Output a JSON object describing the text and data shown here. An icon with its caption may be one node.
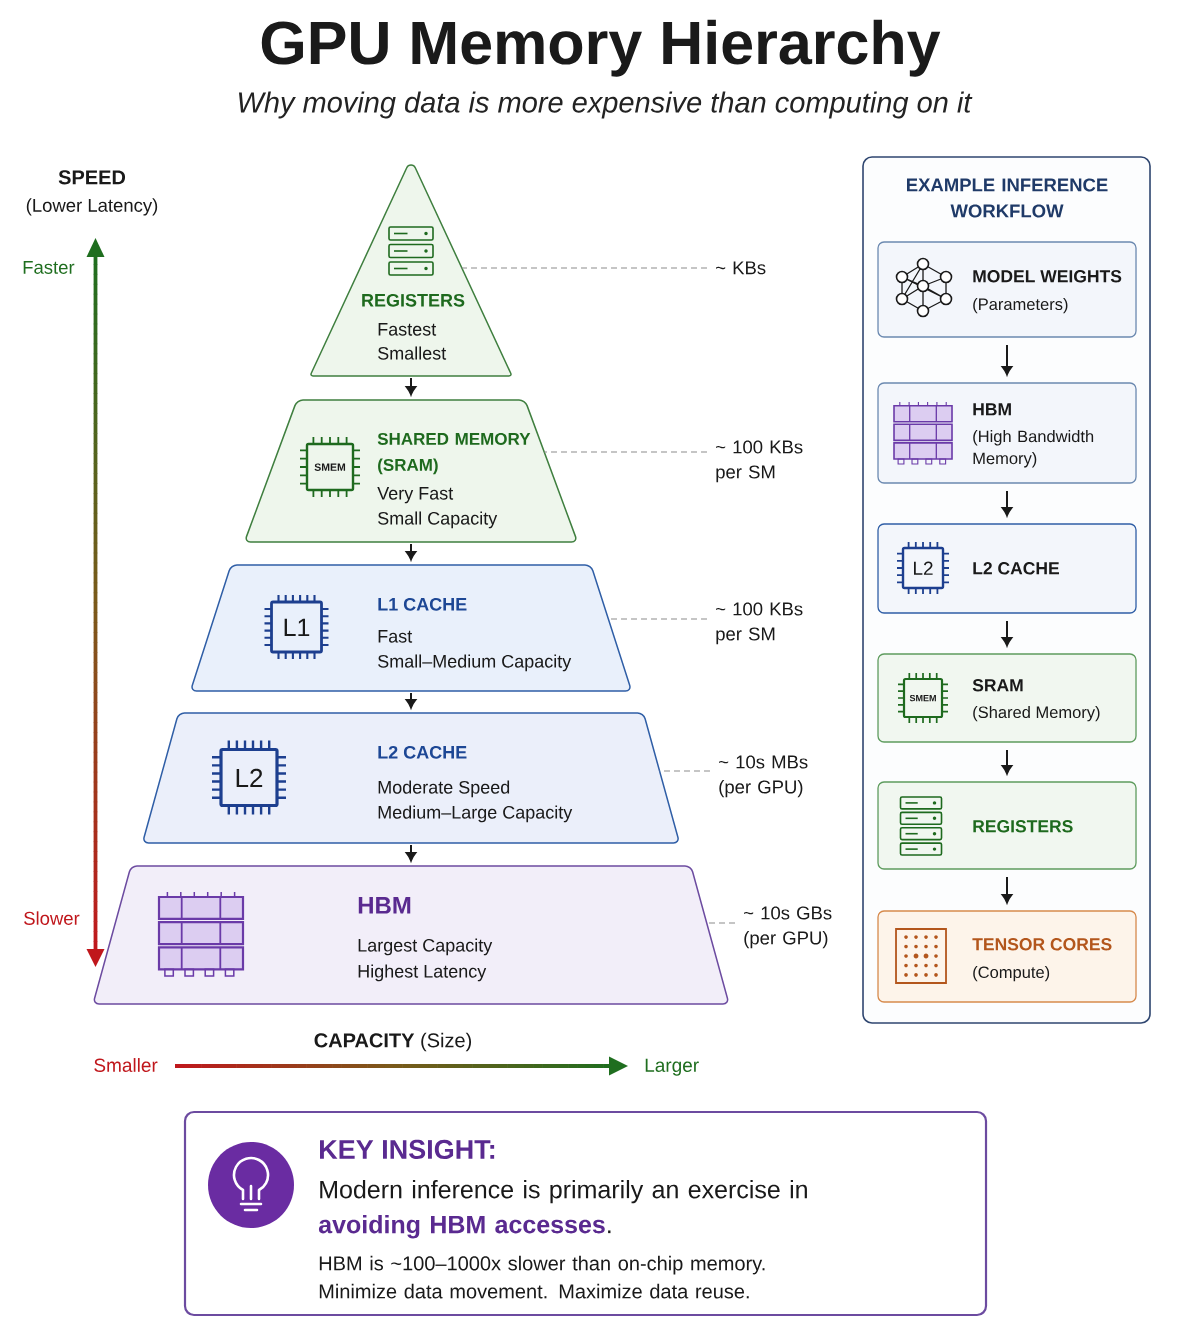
{
  "diagram": {
    "title": "GPU Memory Hierarchy",
    "nodes": [
      {
        "text": [
          "REGISTERS",
          "Fastest",
          "Smallest"
        ]
      },
      {
        "text": [
          "SHARED MEMORY (SRAM)",
          "Very Fast",
          "Small Capacity"
        ]
      },
      {
        "text": [
          "L1 CACHE",
          "Fast",
          "Small–Medium Capacity"
        ]
      },
      {
        "text": [
          "L2 CACHE",
          "Moderate Speed",
          "Medium–Large Capacity"
        ]
      },
      {
        "text": [
          "HBM",
          "Largest Capacity",
          "Highest Latency"
        ]
      },
      {
        "text": [
          "~ KBs"
        ]
      },
      {
        "text": [
          "~ 100 KBs per SM"
        ]
      },
      {
        "text": [
          "~ 100 KBs per SM"
        ]
      },
      {
        "text": [
          "~ 10s MBs (per GPU)"
        ]
      },
      {
        "text": [
          "~ 10s GBs (per GPU)"
        ]
      },
      {
        "text": [
          "EXAMPLE INFERENCE WORKFLOW"
        ]
      },
      {
        "text": [
          "MODEL WEIGHTS",
          "(Parameters)"
        ],
        "in": 10
      },
      {
        "text": [
          "HBM",
          "(High Bandwidth Memory)"
        ],
        "in": 10
      },
      {
        "text": [
          "L2 CACHE"
        ],
        "in": 10
      },
      {
        "text": [
          "SRAM",
          "(Shared Memory)"
        ],
        "in": 10
      },
      {
        "text": [
          "REGISTERS"
        ],
        "in": 10
      },
      {
        "text": [
          "TENSOR CORES",
          "(Compute)"
        ],
        "in": 10
      },
      {
        "text": [
          "KEY INSIGHT:",
          "Modern inference is primarily an exercise in **avoiding HBM accesses**.",
          "HBM is ~100–1000x slower than on-chip memory. Minimize data movement. Maximize data reuse."
        ]
      }
    ],
    "edges": [
      {
        "from": 0,
        "to": 1,
        "arrow": "to"
      },
      {
        "from": 1,
        "to": 2,
        "arrow": "to"
      },
      {
        "from": 2,
        "to": 3,
        "arrow": "to"
      },
      {
        "from": 3,
        "to": 4,
        "arrow": "to"
      },
      {
        "from": 5,
        "to": 0,
        "arrow": "none",
        "style": "dashed",
        "color": "#8c8c8c"
      },
      {
        "from": 6,
        "to": 1,
        "arrow": "none",
        "style": "dashed",
        "color": "#8c8c8c"
      },
      {
        "from": 7,
        "to": 2,
        "arrow": "none",
        "style": "dashed",
        "color": "#8c8c8c"
      },
      {
        "from": 8,
        "to": 3,
        "arrow": "none",
        "style": "dashed",
        "color": "#8c8c8c"
      },
      {
        "from": 9,
        "to": 4,
        "arrow": "none",
        "style": "dashed",
        "color": "#8c8c8c"
      },
      {
        "from": 11,
        "to": 12,
        "arrow": "to"
      },
      {
        "from": 12,
        "to": 13,
        "arrow": "to"
      },
      {
        "from": 13,
        "to": 14,
        "arrow": "to"
      },
      {
        "from": 14,
        "to": 15,
        "arrow": "to"
      },
      {
        "from": 15,
        "to": 16,
        "arrow": "to"
      }
    ],
    "labels": [
      "Why moving data is more expensive than computing on it",
      "SPEED",
      "(Lower Latency)",
      "Faster",
      "SMEM",
      "L1",
      "L2",
      "Slower",
      "**CAPACITY** (Size)",
      "Smaller",
      "Larger",
      "L2",
      "SMEM"
    ]
  }
}
